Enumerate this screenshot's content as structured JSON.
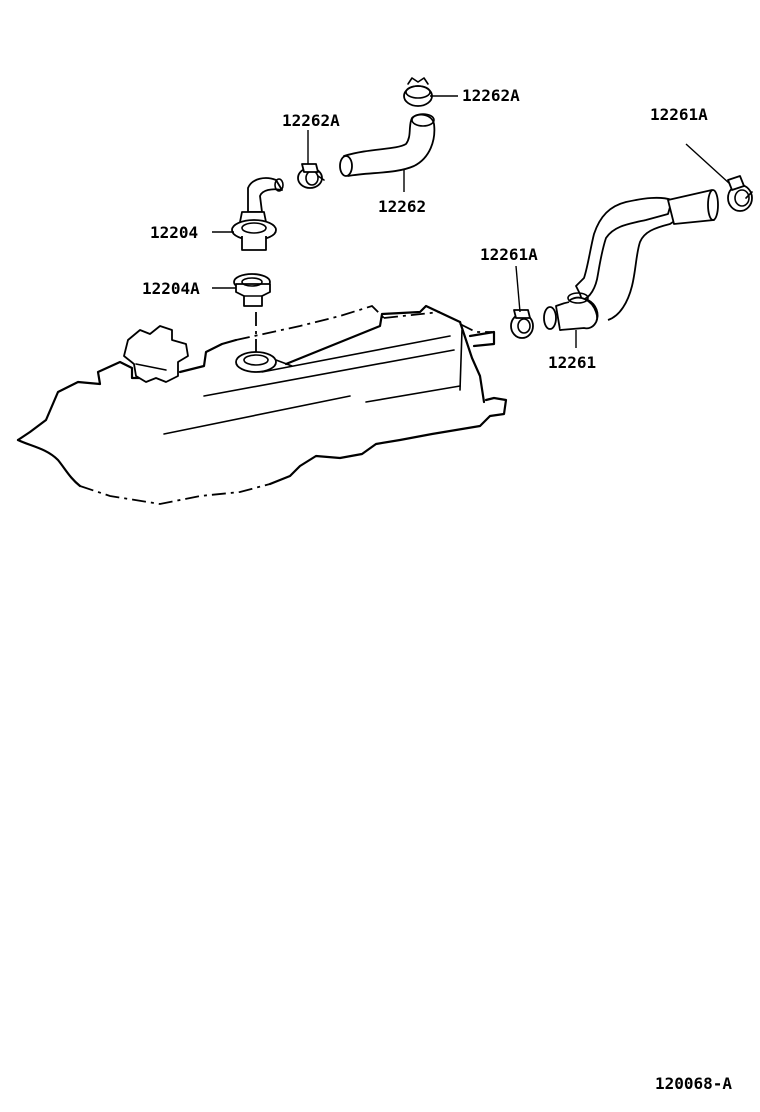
{
  "diagram": {
    "drawing_number": "120068-A",
    "callouts": [
      {
        "id": "clamp-top",
        "text": "12262A"
      },
      {
        "id": "clamp-left",
        "text": "12262A"
      },
      {
        "id": "hose-small",
        "text": "12262"
      },
      {
        "id": "valve",
        "text": "12204"
      },
      {
        "id": "grommet",
        "text": "12204A"
      },
      {
        "id": "clamp-far-right",
        "text": "12261A"
      },
      {
        "id": "clamp-mid-right",
        "text": "12261A"
      },
      {
        "id": "hose-large",
        "text": "12261"
      }
    ]
  }
}
